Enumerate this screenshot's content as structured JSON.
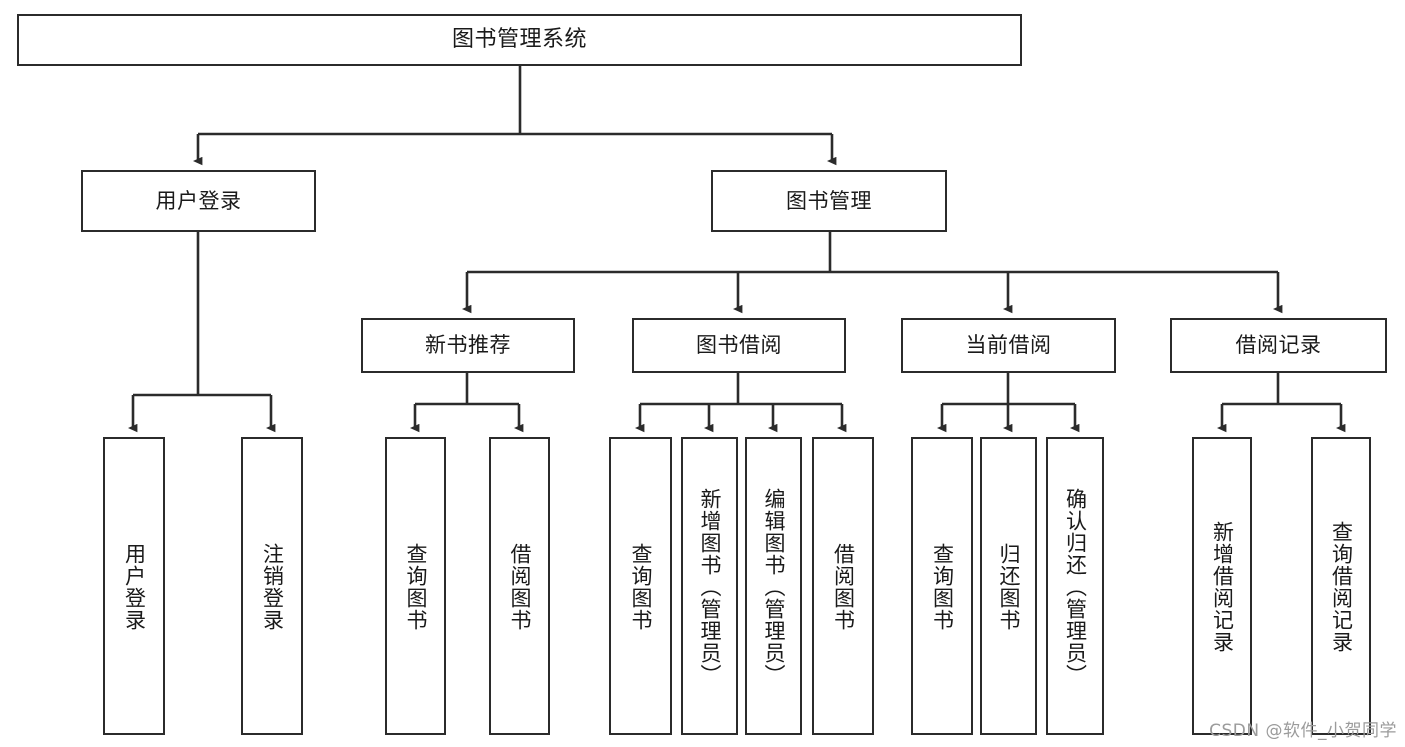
{
  "diagram": {
    "title": "图书管理系统",
    "type": "tree-hierarchy-diagram",
    "colors": {
      "box_border": "#2b2b2b",
      "box_fill": "#ffffff",
      "connector": "#2b2b2b",
      "text": "#1a1a1a",
      "watermark": "#9b9b9b"
    },
    "root": {
      "label": "图书管理系统"
    },
    "level2": [
      {
        "label": "用户登录"
      },
      {
        "label": "图书管理"
      }
    ],
    "level3": [
      {
        "label": "新书推荐"
      },
      {
        "label": "图书借阅"
      },
      {
        "label": "当前借阅"
      },
      {
        "label": "借阅记录"
      }
    ],
    "leaves": {
      "user_login": [
        {
          "label": "用户登录"
        },
        {
          "label": "注销登录"
        }
      ],
      "new_book_recommend": [
        {
          "label": "查询图书"
        },
        {
          "label": "借阅图书"
        }
      ],
      "book_borrow": [
        {
          "label": "查询图书"
        },
        {
          "label": "新增图书（管理员）"
        },
        {
          "label": "编辑图书（管理员）"
        },
        {
          "label": "借阅图书"
        }
      ],
      "current_borrow": [
        {
          "label": "查询图书"
        },
        {
          "label": "归还图书"
        },
        {
          "label": "确认归还（管理员）"
        }
      ],
      "borrow_records": [
        {
          "label": "新增借阅记录"
        },
        {
          "label": "查询借阅记录"
        }
      ]
    }
  },
  "watermark": {
    "text": "CSDN @软件_小贺同学"
  }
}
